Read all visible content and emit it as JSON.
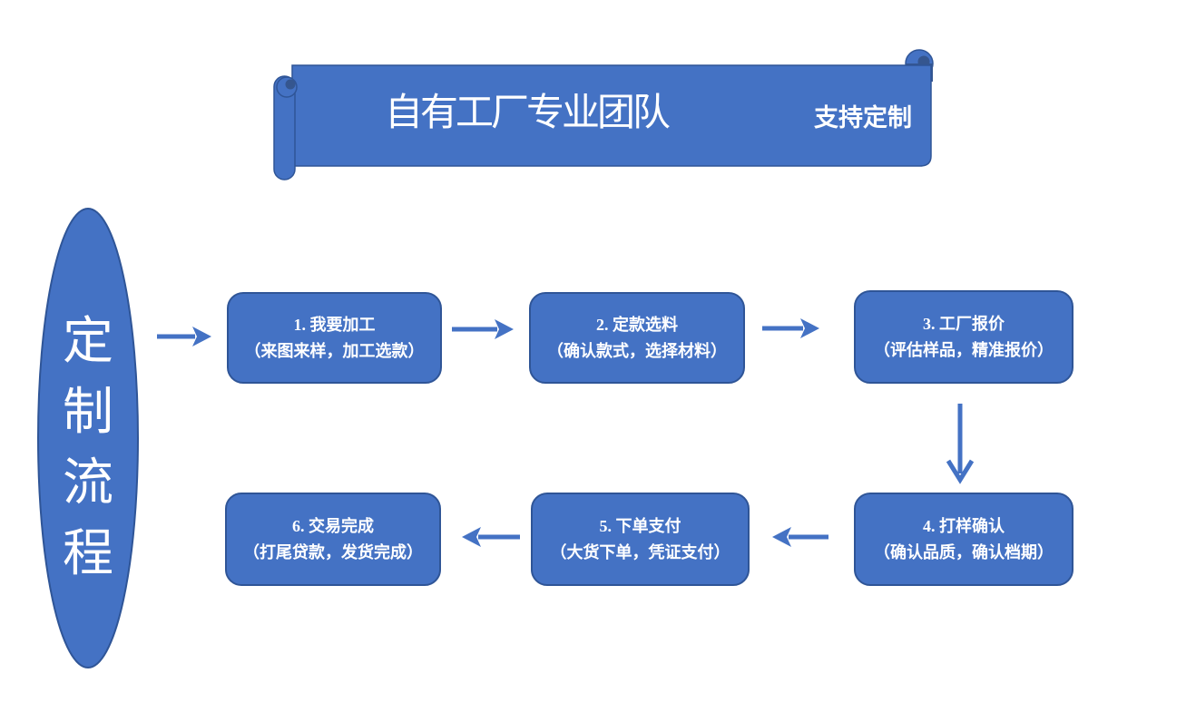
{
  "banner": {
    "title": "自有工厂专业团队",
    "subtitle": "支持定制"
  },
  "ellipse": {
    "label": "定制流程",
    "chars": [
      "定",
      "制",
      "流",
      "程"
    ]
  },
  "flow": {
    "steps": [
      {
        "title": "1. 我要加工",
        "subtitle": "（来图来样，加工选款）"
      },
      {
        "title": "2. 定款选料",
        "subtitle": "（确认款式，选择材料）"
      },
      {
        "title": "3. 工厂报价",
        "subtitle": "（评估样品，精准报价）"
      },
      {
        "title": "4. 打样确认",
        "subtitle": "（确认品质，确认档期）"
      },
      {
        "title": "5. 下单支付",
        "subtitle": "（大货下单，凭证支付）"
      },
      {
        "title": "6. 交易完成",
        "subtitle": "（打尾贷款，发货完成）"
      }
    ]
  },
  "colors": {
    "shape_fill": "#4472C4",
    "shape_border": "#2F5597",
    "curl_dark": "#35568F",
    "arrow": "#4472C4",
    "text": "#FFFFFF",
    "background": "#FFFFFF"
  }
}
